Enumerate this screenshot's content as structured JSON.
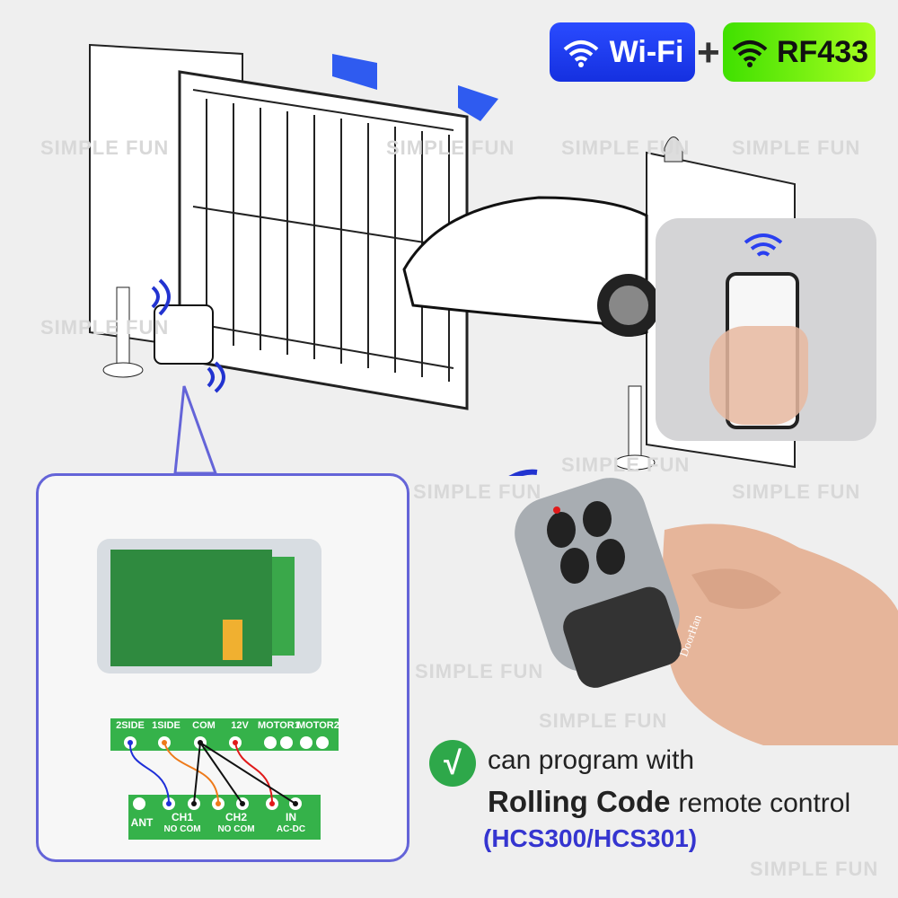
{
  "badges": {
    "wifi": "Wi-Fi",
    "plus": "+",
    "rf": "RF433"
  },
  "watermark": "SIMPLE FUN",
  "wiring": {
    "top_terminals": [
      "2SIDE",
      "1SIDE",
      "COM",
      "12V",
      "MOTOR1",
      "MOTOR2"
    ],
    "bottom_terminals": [
      {
        "label": "ANT",
        "sub": ""
      },
      {
        "label": "CH1",
        "sub": "NO  COM"
      },
      {
        "label": "CH2",
        "sub": "NO  COM"
      },
      {
        "label": "IN",
        "sub": "AC-DC"
      }
    ],
    "colors": {
      "board": "#35b24a",
      "blue": "#1f2fd8",
      "orange": "#ee7a1a",
      "red": "#e01a1a",
      "black": "#111111"
    }
  },
  "remote": {
    "brand": "DoorHan"
  },
  "feature": {
    "check": "√",
    "line1": "can program with",
    "bold": "Rolling Code",
    "line2_rest": "remote control",
    "models": "(HCS300/HCS301)"
  },
  "colors": {
    "wifi_badge": "#1f3cf0",
    "rf_badge": "#6cf010",
    "accent_blue": "#3535d0",
    "inset_border": "#6464d8",
    "check_green": "#2ea84a"
  }
}
